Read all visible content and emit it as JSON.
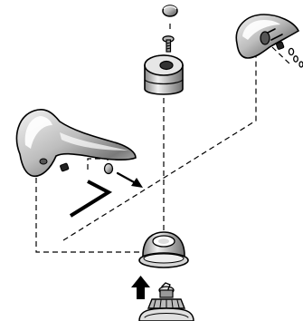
{
  "diagram": {
    "title": "",
    "colors": {
      "ink": "#000000",
      "metal_light": "#f2f2f2",
      "metal_mid": "#bdbdbd",
      "metal_dark": "#7a7a7a",
      "background": "#ffffff"
    },
    "parts": [
      {
        "id": "handle-left",
        "icon": "lever-handle"
      },
      {
        "id": "handle-right",
        "icon": "lever-handle"
      },
      {
        "id": "index-button",
        "icon": "button-cap"
      },
      {
        "id": "handle-screw",
        "icon": "screw"
      },
      {
        "id": "hub-adapter",
        "icon": "adapter"
      },
      {
        "id": "set-screw",
        "icon": "set-screw"
      },
      {
        "id": "plug-button",
        "icon": "plug"
      },
      {
        "id": "hex-wrench",
        "icon": "allen-key"
      },
      {
        "id": "escutcheon-cap",
        "icon": "cap"
      },
      {
        "id": "valve-stem",
        "icon": "valve-stem"
      }
    ],
    "arrows": [
      {
        "id": "arrow-toward-handle",
        "icon": "arrow-right-down"
      },
      {
        "id": "arrow-up-install",
        "icon": "arrow-up"
      }
    ]
  }
}
